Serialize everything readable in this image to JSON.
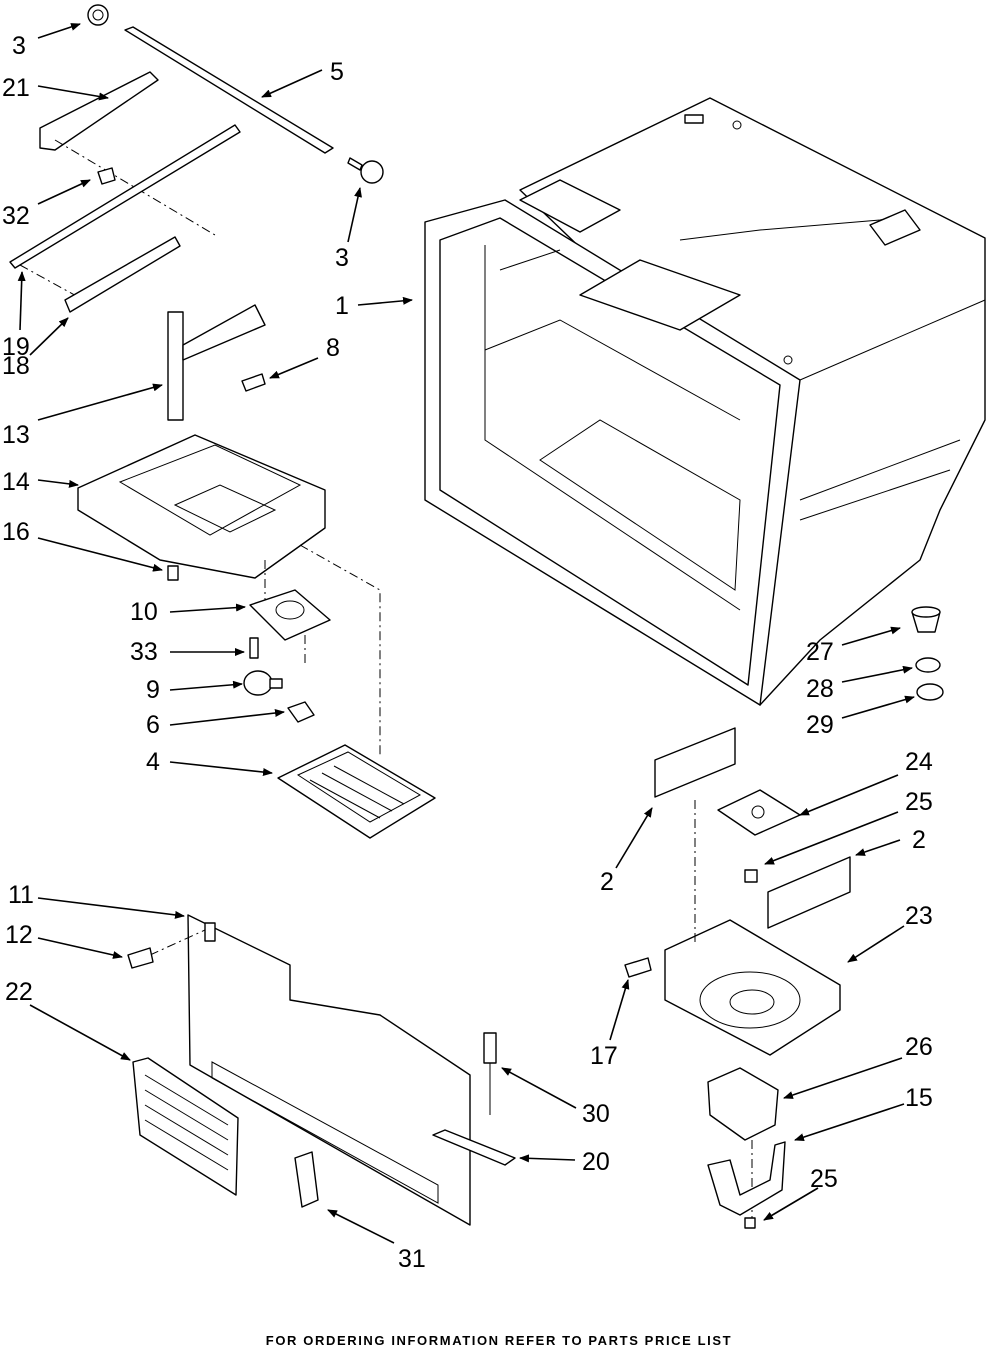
{
  "callouts": {
    "c3a": "3",
    "c21": "21",
    "c5": "5",
    "c3b": "3",
    "c32": "32",
    "c1": "1",
    "c19": "19",
    "c18": "18",
    "c8": "8",
    "c13": "13",
    "c14": "14",
    "c16": "16",
    "c10": "10",
    "c33": "33",
    "c9": "9",
    "c6": "6",
    "c4": "4",
    "c27": "27",
    "c28": "28",
    "c29": "29",
    "c24": "24",
    "c25a": "25",
    "c2a": "2",
    "c2b": "2",
    "c23": "23",
    "c17": "17",
    "c26": "26",
    "c15": "15",
    "c25b": "25",
    "c11": "11",
    "c12": "12",
    "c22": "22",
    "c30": "30",
    "c20": "20",
    "c31": "31"
  },
  "footer": "FOR ORDERING INFORMATION REFER TO PARTS PRICE LIST"
}
